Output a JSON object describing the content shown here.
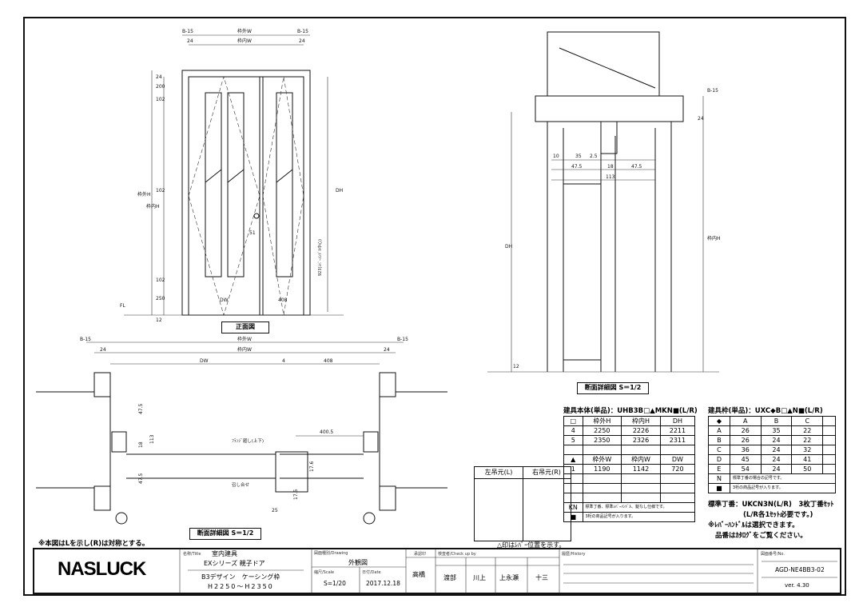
{
  "front_view": {
    "label": "正面図",
    "dims": {
      "b15": "B-15",
      "outer_w": "枠外W",
      "inner_w": "枠内W",
      "w24": "24",
      "h24": "24",
      "h200": "200",
      "h102a": "102",
      "h102b": "102",
      "h102c": "102",
      "h250": "250",
      "h12": "12",
      "outer_h": "枠外H",
      "inner_h": "枠内H",
      "dh": "DH",
      "dw": "DW",
      "w408": "408",
      "h51": "51",
      "handle_h": "923(ﾚﾊﾞｰﾊﾝﾄﾞﾙ中心)",
      "fl": "FL"
    }
  },
  "vertical_section": {
    "label": "断面詳細図 S＝1/2",
    "dims": {
      "d10": "10",
      "d35": "35",
      "d25": "2.5",
      "d475a": "47.5",
      "d18": "18",
      "d475b": "47.5",
      "d113": "113",
      "dh": "DH",
      "inner_h": "枠内H",
      "b15": "B-15",
      "d24": "24",
      "d12": "12"
    }
  },
  "horizontal_section": {
    "label": "断面詳細図 S＝1/2",
    "dims": {
      "b15l": "B-15",
      "b15r": "B-15",
      "outer_w": "枠外W",
      "inner_w": "枠内W",
      "w24l": "24",
      "w24r": "24",
      "dw": "DW",
      "w4": "4",
      "w408": "408",
      "d400": "400.5",
      "d475a": "47.5",
      "d18": "18",
      "d113": "113",
      "d475b": "47.5",
      "d176a": "17.6",
      "d175": "17.5",
      "d25": "25",
      "flange": "ﾌﾗﾝｼﾞ廻し(上下)",
      "meeting": "召し合せ"
    }
  },
  "swing": {
    "left": "左吊元(L)",
    "right": "右吊元(R)",
    "note": "△印はﾚﾊﾞｰ位置を示す。"
  },
  "symmetry_note": "※本図はLを示し(R)は対称とする。",
  "body_table": {
    "title": "建具本体(単品)：UHB3B□▲MKN■(L/R)",
    "header1": [
      "□",
      "枠外H",
      "枠内H",
      "DH"
    ],
    "rows1": [
      [
        "4",
        "2250",
        "2226",
        "2211"
      ],
      [
        "5",
        "2350",
        "2326",
        "2311"
      ]
    ],
    "header2": [
      "▲",
      "枠外W",
      "枠内W",
      "DW"
    ],
    "rows2": [
      [
        "1",
        "1190",
        "1142",
        "720"
      ]
    ],
    "kn_label": "KN",
    "kn_note": "標準丁番、標準ﾚﾊﾞｰﾊﾝﾄﾞﾙ、錠なし仕様です。",
    "sq_label": "■",
    "sq_note": "3桁の商品記号が入ります。"
  },
  "frame_table": {
    "title": "建具枠(単品)：UXC◆B□▲N■(L/R)",
    "header": [
      "◆",
      "A",
      "B",
      "C"
    ],
    "rows": [
      [
        "A",
        "26",
        "35",
        "22"
      ],
      [
        "B",
        "26",
        "24",
        "22"
      ],
      [
        "C",
        "36",
        "24",
        "32"
      ],
      [
        "D",
        "45",
        "24",
        "41"
      ],
      [
        "E",
        "54",
        "24",
        "50"
      ]
    ],
    "n_label": "N",
    "n_note": "標準丁番の場合の記号です。",
    "sq_label": "■",
    "sq_note": "3桁の商品記号が入ります。"
  },
  "hinge_notes": [
    "標準丁番：UKCN3N(L/R)　3枚丁番ｾｯﾄ",
    "(L/R各1ｾｯﾄ必要です。)",
    "※ﾚﾊﾞｰﾊﾝﾄﾞﾙは選択できます。",
    "品番はｶﾀﾛｸﾞをご覧ください。"
  ],
  "title_block": {
    "logo": "NASLUCK",
    "title_label": "名称/Title",
    "title1": "室内建具",
    "title2": "EXシリーズ 親子ドア",
    "title3": "B3デザイン　ケーシング枠",
    "title4": "H2250～H2350",
    "drawing_label": "図面種別/Drawing",
    "drawing": "外観図",
    "scale_label": "縮尺/Scale",
    "scale": "S=1/20",
    "date_label": "日付/Date",
    "date": "2017.12.18",
    "approve_label": "承認印",
    "approver": "高橋",
    "check_label": "検査者/Check up by",
    "checkers": [
      "渡部",
      "川上",
      "上永瀬",
      "十三"
    ],
    "history_label": "履歴/History",
    "no_label": "図面番号/No.",
    "number": "AGD-NE4BB3-02",
    "version": "ver. 4.30"
  }
}
